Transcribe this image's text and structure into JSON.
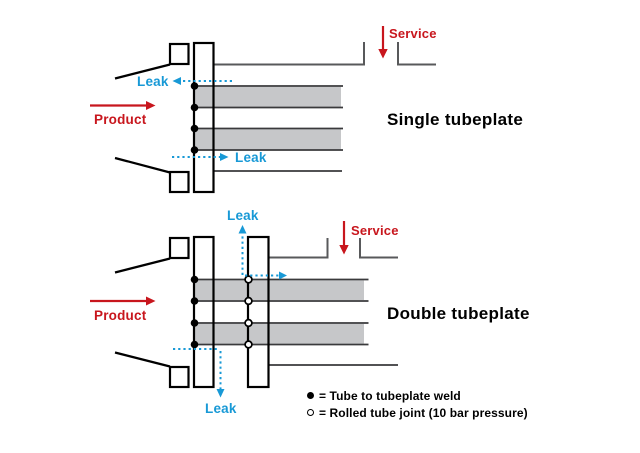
{
  "colors": {
    "bg": "#FFFFFF",
    "ink": "#000000",
    "line": "#3A3A3C",
    "duct": "#58595B",
    "tube_fill": "#C6C7C9",
    "red": "#C8161D",
    "blue": "#1899D6"
  },
  "top_diagram": {
    "title": "Single tubeplate",
    "service_label": "Service",
    "product_label": "Product",
    "leak_upper_label": "Leak",
    "leak_lower_label": "Leak"
  },
  "bottom_diagram": {
    "title": "Double tubeplate",
    "service_label": "Service",
    "product_label": "Product",
    "leak_upper_label": "Leak",
    "leak_lower_label": "Leak"
  },
  "legend": {
    "weld_label": "= Tube to tubeplate weld",
    "rolled_label": "= Rolled tube joint (10 bar pressure)"
  }
}
